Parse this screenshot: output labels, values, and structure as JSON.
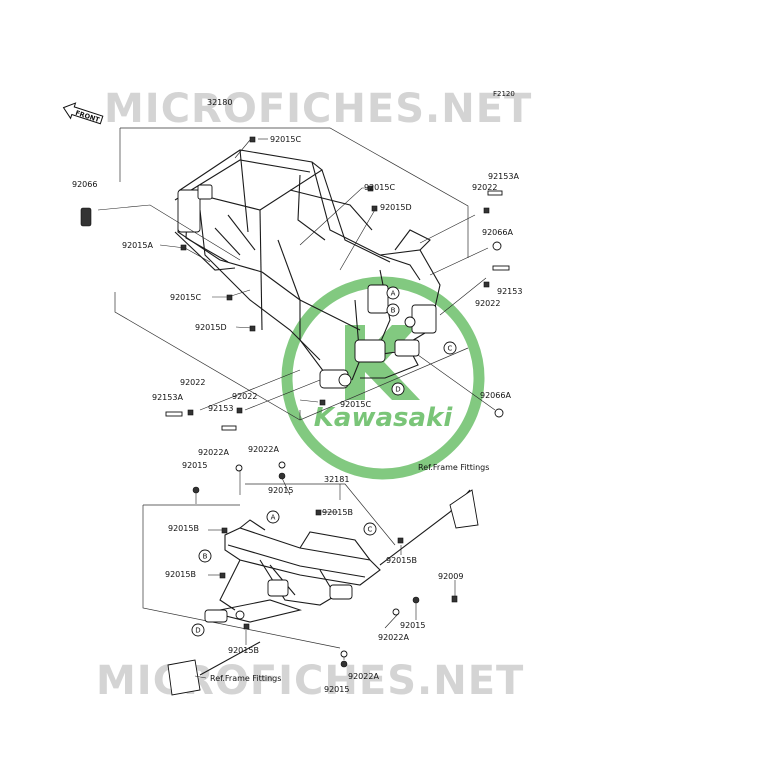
{
  "diagram_code": "F2120",
  "watermark": {
    "text": "MICROFICHES.NET"
  },
  "logo": {
    "text": "Kawasaki",
    "color": "#6cbf6a"
  },
  "front_arrow": {
    "label": "FRONT"
  },
  "assemblies": {
    "main_frame": "32180",
    "sub_frame": "32181"
  },
  "labels": {
    "l_92015C_a": "92015C",
    "l_92015C_b": "92015C",
    "l_92015D_a": "92015D",
    "l_92066": "92066",
    "l_92015A": "92015A",
    "l_92015C_c": "92015C",
    "l_92015D_b": "92015D",
    "l_92022_r1": "92022",
    "l_92153A_r": "92153A",
    "l_92066A_a": "92066A",
    "l_92153_r": "92153",
    "l_92022_r2": "92022",
    "l_92022_l1": "92022",
    "l_92153A_l": "92153A",
    "l_92022_l2": "92022",
    "l_92153_l": "92153",
    "l_92015C_d": "92015C",
    "l_92066A_b": "92066A",
    "l_92022A_a": "92022A",
    "l_92022A_b": "92022A",
    "l_92015_a": "92015",
    "l_92015_b": "92015",
    "l_92015B_a": "92015B",
    "l_92015B_b": "92015B",
    "l_92015B_c": "92015B",
    "l_92015B_d": "92015B",
    "l_92015B_e": "92015B",
    "l_92009": "92009",
    "l_92015_c": "92015",
    "l_92022A_c": "92022A",
    "l_92022A_d": "92022A",
    "l_92015_d": "92015",
    "ref_right": "Ref.Frame Fittings",
    "ref_left": "Ref.Frame Fittings"
  },
  "callouts": {
    "A1": "A",
    "B1": "B",
    "C1": "C",
    "D1": "D",
    "A2": "A",
    "B2": "B",
    "C2": "C",
    "D2": "D"
  }
}
